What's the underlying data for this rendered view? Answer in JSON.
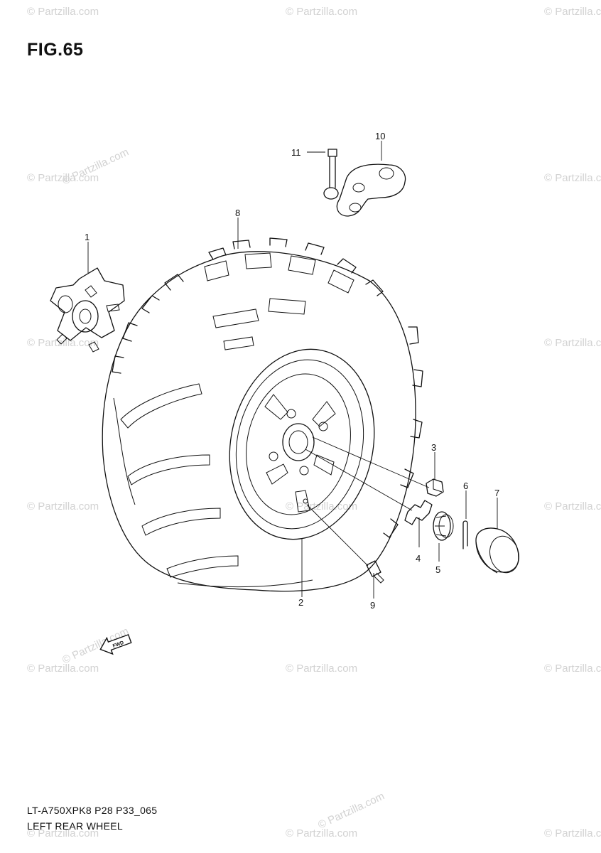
{
  "figure": {
    "title": "FIG.65",
    "code": "LT-A750XPK8 P28 P33_065",
    "name": "LEFT REAR WHEEL"
  },
  "watermark": "© Partzilla.com",
  "callouts": [
    "1",
    "2",
    "3",
    "4",
    "5",
    "6",
    "7",
    "8",
    "9",
    "10",
    "11"
  ],
  "direction_arrow": {
    "icon": "forward-arrow-icon",
    "label": "FWD"
  },
  "colors": {
    "line": "#111111",
    "watermark": "#d2d2d2",
    "background": "#ffffff"
  }
}
